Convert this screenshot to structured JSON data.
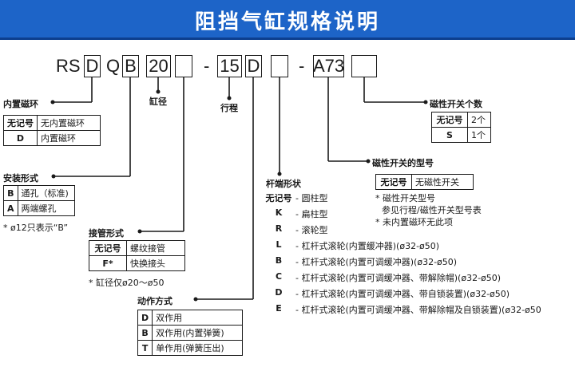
{
  "title": "阻挡气缸规格说明",
  "code": {
    "prefix": "RS",
    "box1": "D",
    "mid": "Q",
    "box2": "B",
    "box3": "20",
    "dash1": "-",
    "box5": "15",
    "box6": "D",
    "dash2": "-",
    "box8": "A73"
  },
  "labels": {
    "bore": "缸径",
    "stroke": "行程",
    "magnet": "内置磁环",
    "mount": "安装形式",
    "port": "接管形式",
    "action": "动作方式",
    "rod": "杆端形状",
    "switch_type": "磁性开关的型号",
    "switch_count": "磁性开关个数"
  },
  "magnet_table": [
    {
      "key": "无记号",
      "value": "无内置磁环"
    },
    {
      "key": "D",
      "value": "内置磁环"
    }
  ],
  "mount_table": [
    {
      "key": "B",
      "value": "通孔（标准)"
    },
    {
      "key": "A",
      "value": "两端螺孔"
    }
  ],
  "mount_note": "* ø12只表示“B”",
  "port_table": [
    {
      "key": "无记号",
      "value": "螺纹接管"
    },
    {
      "key": "F*",
      "value": "快换接头"
    }
  ],
  "port_note": "* 缸径仅ø20～ø50",
  "action_table": [
    {
      "key": "D",
      "value": "双作用"
    },
    {
      "key": "B",
      "value": "双作用(内置弹簧)"
    },
    {
      "key": "T",
      "value": "单作用(弹簧压出)"
    }
  ],
  "rod_list": [
    {
      "key": "无记号",
      "value": "- 圆柱型"
    },
    {
      "key": "K",
      "value": "- 扁柱型"
    },
    {
      "key": "R",
      "value": "- 滚轮型"
    },
    {
      "key": "L",
      "value": "- 杠杆式滚轮(内置缓冲器)(ø32-ø50)"
    },
    {
      "key": "B",
      "value": "- 杠杆式滚轮(内置可调缓冲器)(ø32-ø50)"
    },
    {
      "key": "C",
      "value": "- 杠杆式滚轮(内置可调缓冲器、带解除帽)(ø32-ø50)"
    },
    {
      "key": "D",
      "value": "- 杠杆式滚轮(内置可调缓冲器、带自锁装置)(ø32-ø50)"
    },
    {
      "key": "E",
      "value": "- 杠杆式滚轮(内置可调缓冲器、带解除帽及自锁装置)(ø32-ø50"
    }
  ],
  "switch_type_table": [
    {
      "key": "无记号",
      "value": "无磁性开关"
    }
  ],
  "switch_type_notes": [
    "* 磁性开关型号",
    "参见行程/磁性开关型号表",
    "* 未内置磁环无此项"
  ],
  "switch_count_table": [
    {
      "key": "无记号",
      "value": "2个"
    },
    {
      "key": "S",
      "value": "1个"
    }
  ]
}
